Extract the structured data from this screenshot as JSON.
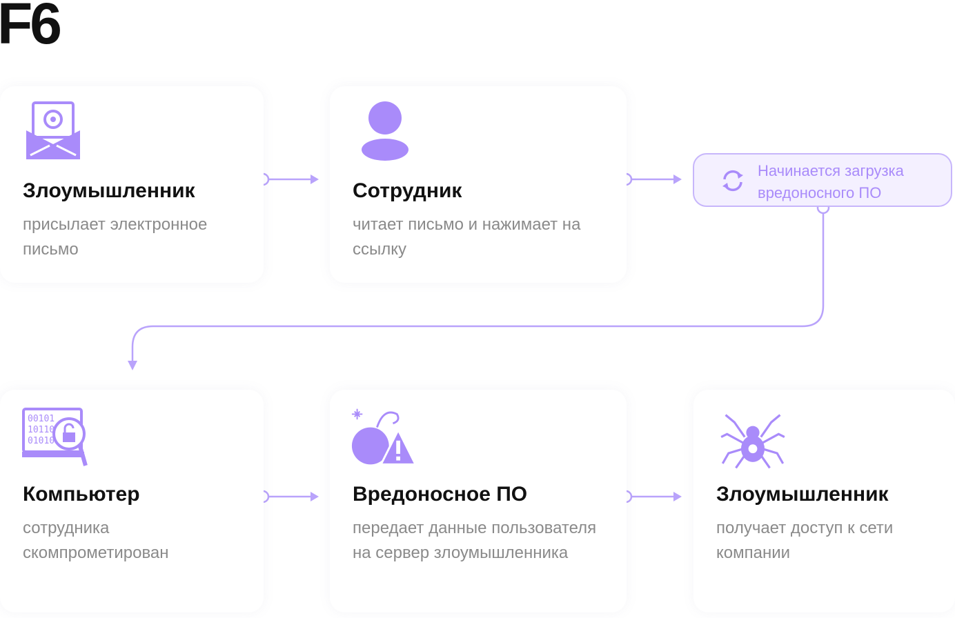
{
  "logo": "F6",
  "accent": "#a98bfa",
  "steps": [
    {
      "icon": "envelope-at-icon",
      "title": "Злоумышленник",
      "desc": "присылает электронное письмо"
    },
    {
      "icon": "user-icon",
      "title": "Сотрудник",
      "desc": "читает письмо и нажимает на ссылку"
    },
    {
      "icon": "laptop-lock-icon",
      "title": "Компьютер",
      "desc": "сотрудника скомпрометирован"
    },
    {
      "icon": "bomb-warning-icon",
      "title": "Вредоносное ПО",
      "desc": "передает данные пользователя на сервер злоумышленника"
    },
    {
      "icon": "spider-icon",
      "title": "Злоумышленник",
      "desc": "получает доступ к сети компании"
    }
  ],
  "pill": {
    "icon": "refresh-icon",
    "text": "Начинается загрузка вредоносного ПО"
  },
  "laptop_code": [
    "00101",
    "10110",
    "01010"
  ]
}
